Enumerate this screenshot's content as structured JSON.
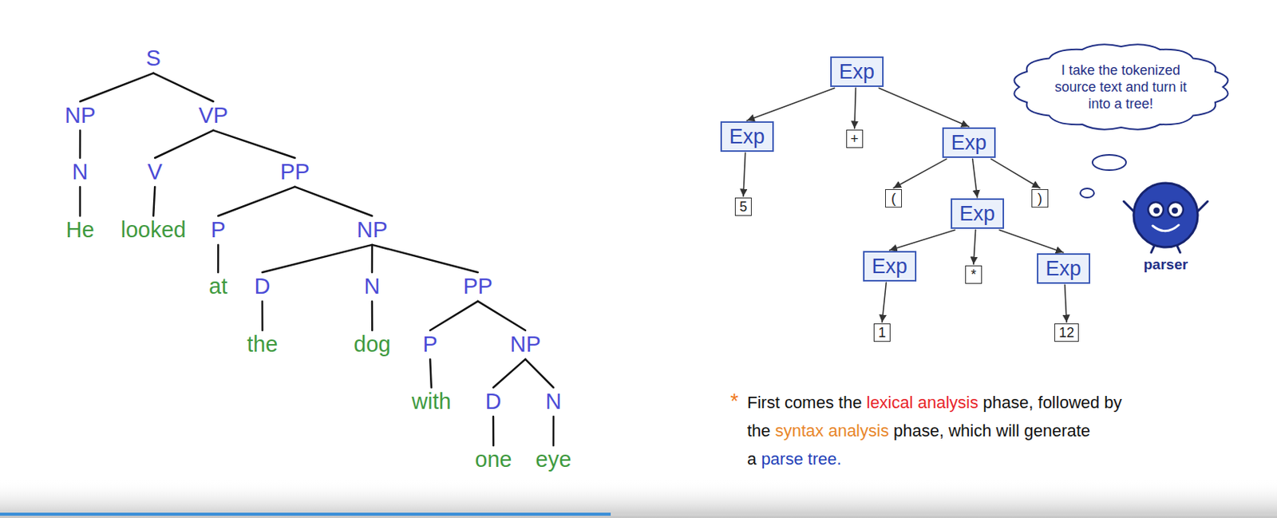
{
  "diagram": {
    "nodes": [
      {
        "text": [
          "S"
        ]
      },
      {
        "text": [
          "NP"
        ]
      },
      {
        "text": [
          "VP"
        ]
      },
      {
        "text": [
          "N"
        ]
      },
      {
        "text": [
          "V"
        ]
      },
      {
        "text": [
          "PP"
        ]
      },
      {
        "text": [
          "He"
        ]
      },
      {
        "text": [
          "looked"
        ]
      },
      {
        "text": [
          "P"
        ]
      },
      {
        "text": [
          "NP"
        ]
      },
      {
        "text": [
          "at"
        ]
      },
      {
        "text": [
          "D"
        ]
      },
      {
        "text": [
          "N"
        ]
      },
      {
        "text": [
          "PP"
        ]
      },
      {
        "text": [
          "the"
        ]
      },
      {
        "text": [
          "dog"
        ]
      },
      {
        "text": [
          "P"
        ]
      },
      {
        "text": [
          "NP"
        ]
      },
      {
        "text": [
          "with"
        ]
      },
      {
        "text": [
          "D"
        ]
      },
      {
        "text": [
          "N"
        ]
      },
      {
        "text": [
          "one"
        ]
      },
      {
        "text": [
          "eye"
        ]
      },
      {
        "text": [
          "Exp"
        ]
      },
      {
        "text": [
          "Exp"
        ]
      },
      {
        "text": [
          "+"
        ]
      },
      {
        "text": [
          "Exp"
        ]
      },
      {
        "text": [
          "5"
        ]
      },
      {
        "text": [
          "("
        ]
      },
      {
        "text": [
          "Exp"
        ]
      },
      {
        "text": [
          ")"
        ]
      },
      {
        "text": [
          "Exp"
        ]
      },
      {
        "text": [
          "*"
        ]
      },
      {
        "text": [
          "Exp"
        ]
      },
      {
        "text": [
          "1"
        ]
      },
      {
        "text": [
          "12"
        ]
      },
      {
        "text": [
          "I take the tokenized source text and turn it into a tree!"
        ]
      }
    ],
    "edges": [
      {
        "from": 0,
        "to": 1,
        "arrow": "none"
      },
      {
        "from": 0,
        "to": 2,
        "arrow": "none"
      },
      {
        "from": 1,
        "to": 3,
        "arrow": "none"
      },
      {
        "from": 3,
        "to": 6,
        "arrow": "none"
      },
      {
        "from": 2,
        "to": 4,
        "arrow": "none"
      },
      {
        "from": 2,
        "to": 5,
        "arrow": "none"
      },
      {
        "from": 4,
        "to": 7,
        "arrow": "none"
      },
      {
        "from": 5,
        "to": 8,
        "arrow": "none"
      },
      {
        "from": 5,
        "to": 9,
        "arrow": "none"
      },
      {
        "from": 8,
        "to": 10,
        "arrow": "none"
      },
      {
        "from": 9,
        "to": 11,
        "arrow": "none"
      },
      {
        "from": 9,
        "to": 12,
        "arrow": "none"
      },
      {
        "from": 9,
        "to": 13,
        "arrow": "none"
      },
      {
        "from": 11,
        "to": 14,
        "arrow": "none"
      },
      {
        "from": 12,
        "to": 15,
        "arrow": "none"
      },
      {
        "from": 13,
        "to": 16,
        "arrow": "none"
      },
      {
        "from": 13,
        "to": 17,
        "arrow": "none"
      },
      {
        "from": 16,
        "to": 18,
        "arrow": "none"
      },
      {
        "from": 17,
        "to": 19,
        "arrow": "none"
      },
      {
        "from": 17,
        "to": 20,
        "arrow": "none"
      },
      {
        "from": 19,
        "to": 21,
        "arrow": "none"
      },
      {
        "from": 20,
        "to": 22,
        "arrow": "none"
      },
      {
        "from": 23,
        "to": 24,
        "arrow": "to"
      },
      {
        "from": 23,
        "to": 25,
        "arrow": "to"
      },
      {
        "from": 23,
        "to": 26,
        "arrow": "to"
      },
      {
        "from": 24,
        "to": 27,
        "arrow": "to"
      },
      {
        "from": 26,
        "to": 28,
        "arrow": "to"
      },
      {
        "from": 26,
        "to": 29,
        "arrow": "to"
      },
      {
        "from": 26,
        "to": 30,
        "arrow": "to"
      },
      {
        "from": 29,
        "to": 31,
        "arrow": "to"
      },
      {
        "from": 29,
        "to": 32,
        "arrow": "to"
      },
      {
        "from": 29,
        "to": 33,
        "arrow": "to"
      },
      {
        "from": 31,
        "to": 34,
        "arrow": "to"
      },
      {
        "from": 33,
        "to": 35,
        "arrow": "to"
      }
    ],
    "labels": [
      "parser",
      "*",
      "First comes the",
      "lexical analysis",
      "phase, followed by",
      "the",
      "syntax analysis",
      "phase, which will generate",
      "a",
      "parse tree."
    ]
  }
}
